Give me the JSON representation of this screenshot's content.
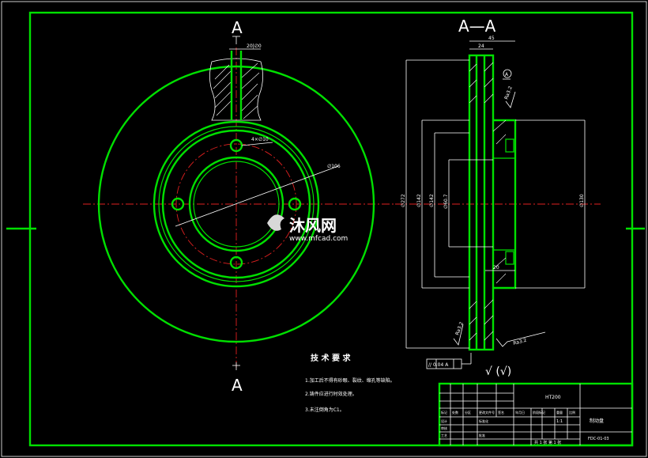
{
  "section_labels": {
    "top": "A",
    "bottom": "A",
    "section_title": "A—A"
  },
  "dimensions": {
    "slot_width": "20|∅0",
    "bolt_hole": "4×∅10",
    "bolt_circle": "∅106",
    "width_45": "45",
    "width_24": "24",
    "d_outer": "∅272",
    "d_mid": "∅142",
    "d_inner": "∅60.7",
    "d_right": "∅130",
    "w_20": "20",
    "roughness_1": "Ra3.2",
    "roughness_2": "Ra3.2",
    "flatness": "// 0.04 A",
    "datum": "A",
    "general_roughness": "√ (√)"
  },
  "tech_requirements": {
    "title": "技 术 要 求",
    "items": [
      "1.加工后不得有砂眼、裂纹、缩孔等缺陷。",
      "2.铸件应进行时效处理。",
      "3.未注倒角为C1。"
    ]
  },
  "title_block": {
    "material": "HT200",
    "part_name": "制动盘",
    "drawing_no": "FDC-01-03",
    "scale": "1:1",
    "sheet": "共 1 张 第 1 张",
    "row_labels": [
      "标记",
      "处数",
      "分区",
      "更改文件号",
      "签名",
      "年月日"
    ],
    "design": "设计",
    "standard": "标准化",
    "review": "审核",
    "process": "工艺",
    "approve": "批准",
    "stage": "阶段标记",
    "weight": "重量",
    "ratio": "比例"
  },
  "watermark": {
    "brand": "沐风网",
    "url": "www.mfcad.com"
  },
  "colors": {
    "outline": "#00e000",
    "center_line": "#e02020",
    "annotation": "#ffffff",
    "background": "#000000"
  }
}
